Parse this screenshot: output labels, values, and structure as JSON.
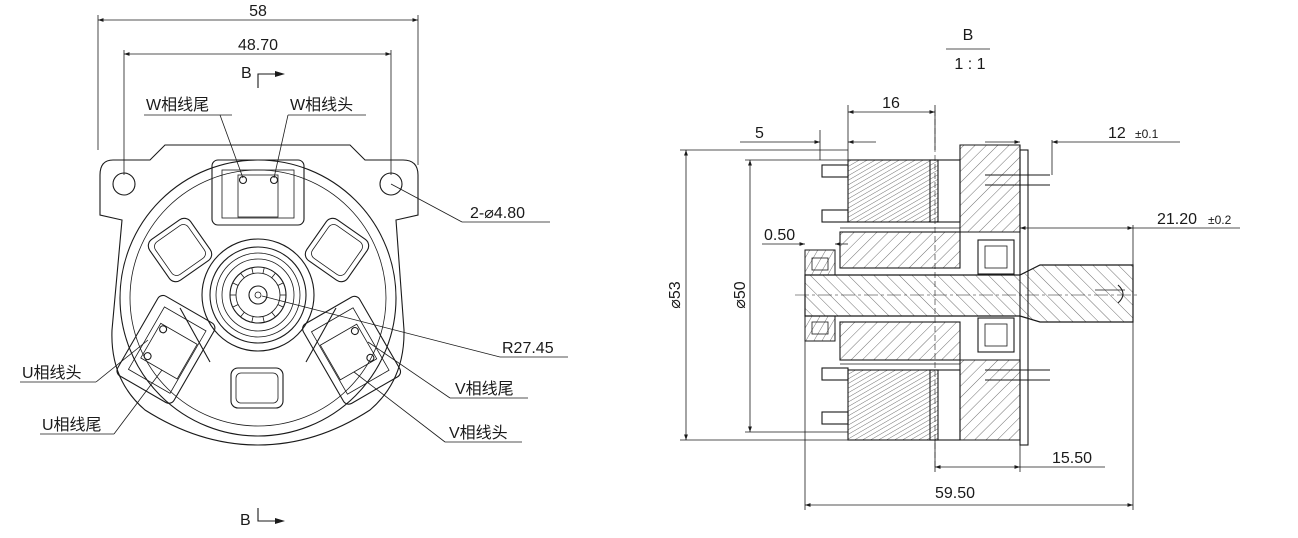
{
  "front_view": {
    "dims": {
      "overall_width": "58",
      "hole_spacing": "48.70",
      "hole_diameter": "2-⌀4.80",
      "radius": "R27.45"
    },
    "section_marker": "B",
    "labels": {
      "w_tail": "W相线尾",
      "w_head": "W相线头",
      "u_head": "U相线头",
      "u_tail": "U相线尾",
      "v_tail": "V相线尾",
      "v_head": "V相线头"
    }
  },
  "section_view": {
    "title": "B",
    "scale": "1 : 1",
    "dims": {
      "d5": "5",
      "d16": "16",
      "d12": "12",
      "d12_tol": "±0.1",
      "d21": "21.20",
      "d21_tol": "±0.2",
      "d050": "0.50",
      "dia53": "⌀53",
      "dia50": "⌀50",
      "d15": "15.50",
      "d59": "59.50"
    }
  }
}
